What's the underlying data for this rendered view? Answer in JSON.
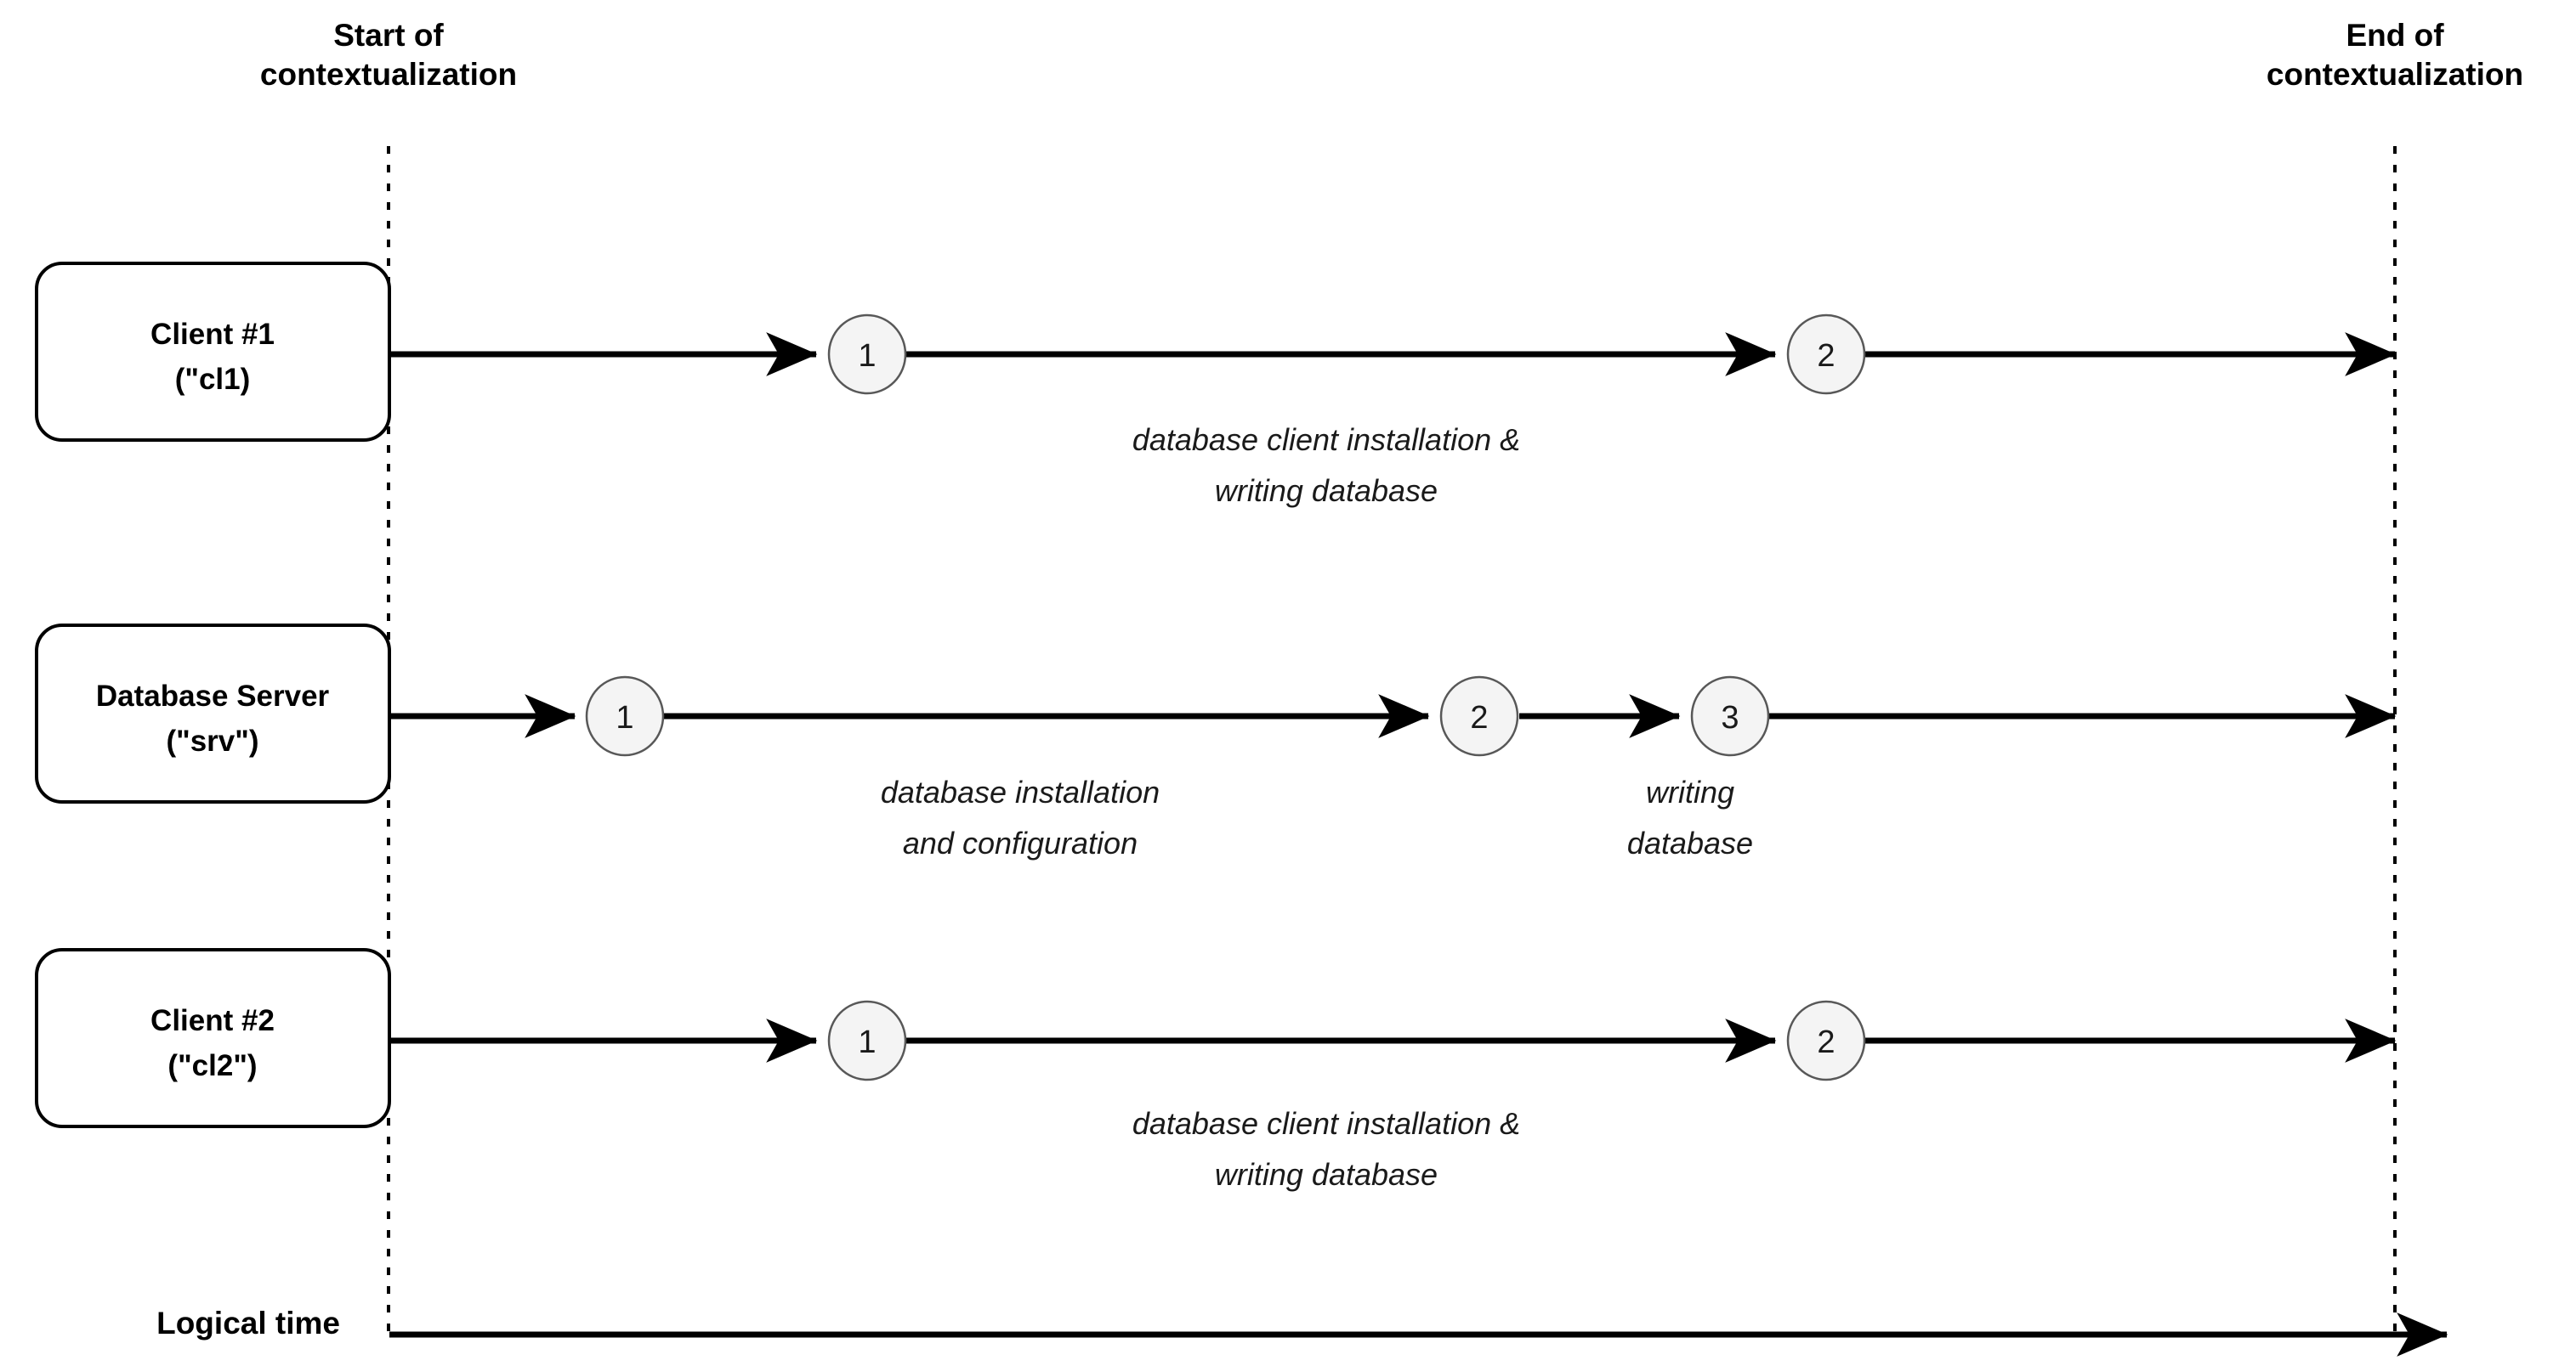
{
  "diagram": {
    "title_left": "Start of\ncontextualization",
    "boundaries": [
      {
        "name": "start-of-contextualization",
        "line1": "Start of",
        "line2": "contextualization"
      },
      {
        "name": "end-of-contextualization",
        "line1": "End of",
        "line2": "contextualization"
      }
    ],
    "axis": {
      "label": "Logical time"
    },
    "lanes": [
      {
        "id": "client-1",
        "box_line1": "Client #1",
        "box_line2": "(\"cl1)",
        "events": [
          "1",
          "2"
        ],
        "captions": [
          {
            "line1": "database client installation &",
            "line2": "writing database"
          }
        ]
      },
      {
        "id": "database-server",
        "box_line1": "Database Server",
        "box_line2": "(\"srv\")",
        "events": [
          "1",
          "2",
          "3"
        ],
        "captions": [
          {
            "line1": "database  installation",
            "line2": "and configuration"
          },
          {
            "line1": "writing",
            "line2": "database"
          }
        ]
      },
      {
        "id": "client-2",
        "box_line1": "Client #2",
        "box_line2": "(\"cl2\")",
        "events": [
          "1",
          "2"
        ],
        "captions": [
          {
            "line1": "database client installation &",
            "line2": "writing database"
          }
        ]
      }
    ],
    "colors": {
      "stroke": "#000000",
      "circle_fill": "#f4f4f4",
      "circle_stroke": "#585858",
      "background": "#ffffff"
    }
  }
}
